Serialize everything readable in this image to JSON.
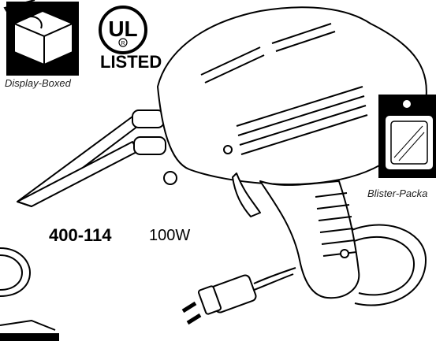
{
  "packaging": {
    "boxed_caption": "Display-Boxed",
    "blister_caption": "Blister-Packa"
  },
  "certification": {
    "ul_mark": "UL",
    "ul_registered": "R",
    "listed_label": "LISTED"
  },
  "product": {
    "model": "400-114",
    "wattage": "100W"
  },
  "icons": [
    "display-box-icon",
    "ul-logo-icon",
    "blister-pack-icon",
    "soldering-gun-illustration"
  ]
}
